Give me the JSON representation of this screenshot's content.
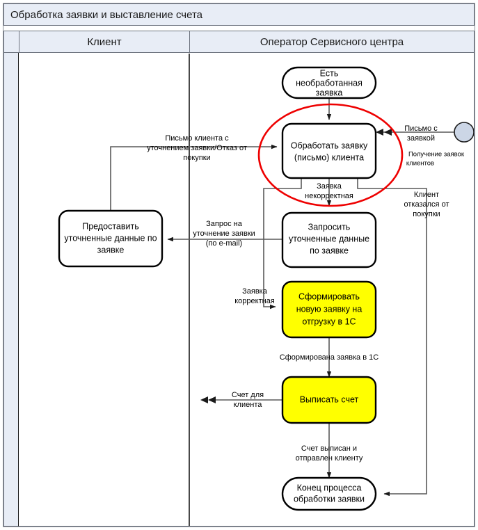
{
  "diagram": {
    "title": "Обработка заявки и выставление счета",
    "lanes": [
      {
        "id": "client",
        "label": "Клиент"
      },
      {
        "id": "operator",
        "label": "Оператор Сервисного центра"
      }
    ],
    "colors": {
      "header_bg": "#e8edf6",
      "frame_border": "#6f7580",
      "node_stroke": "#000000",
      "node_fill": "#ffffff",
      "highlight_fill": "#ffff00",
      "highlight_ellipse": "#ee0000",
      "connector": "#595959",
      "start_event_fill": "#ccd6e6"
    },
    "nodes": [
      {
        "id": "start-event",
        "type": "terminator",
        "lane": "operator",
        "lines": [
          "Есть",
          "необработанная",
          "заявка"
        ]
      },
      {
        "id": "process-request",
        "type": "process",
        "lane": "operator",
        "highlighted": true,
        "lines": [
          "Обработать заявку",
          "(письмо) клиента"
        ]
      },
      {
        "id": "provide-clarified-data",
        "type": "process",
        "lane": "client",
        "lines": [
          "Предоставить",
          "уточненные данные по",
          "заявке"
        ]
      },
      {
        "id": "request-clarified-data",
        "type": "process",
        "lane": "operator",
        "lines": [
          "Запросить",
          "уточненные данные",
          "по заявке"
        ]
      },
      {
        "id": "create-shipment-order-1c",
        "type": "process-yellow",
        "lane": "operator",
        "lines": [
          "Сформировать",
          "новую заявку на",
          "отгрузку в 1С"
        ]
      },
      {
        "id": "issue-invoice",
        "type": "process-yellow",
        "lane": "operator",
        "lines": [
          "Выписать счет"
        ]
      },
      {
        "id": "end-event",
        "type": "terminator",
        "lane": "operator",
        "lines": [
          "Конец процесса",
          "обработки заявки"
        ]
      },
      {
        "id": "incoming-request-event",
        "type": "circle-event",
        "lane": "operator",
        "lines": []
      }
    ],
    "edge_labels": [
      {
        "id": "letter-with-request",
        "lines": [
          "Письмо с",
          "заявкой"
        ]
      },
      {
        "id": "receiving-client-requests",
        "lines": [
          "Получение заявок",
          "клиентов"
        ],
        "small": true
      },
      {
        "id": "client-letter-clarification",
        "lines": [
          "Письмо клиента с",
          "уточнением заявки/Отказ от",
          "покупки"
        ]
      },
      {
        "id": "request-incorrect",
        "lines": [
          "Заявка",
          "некорректная"
        ]
      },
      {
        "id": "client-refused",
        "lines": [
          "Клиент",
          "отказался от",
          "покупки"
        ]
      },
      {
        "id": "clarification-request-email",
        "lines": [
          "Запрос на",
          "уточнение заявки",
          "(по e-mail)"
        ]
      },
      {
        "id": "request-correct",
        "lines": [
          "Заявка",
          "корректная"
        ]
      },
      {
        "id": "order-created-1c",
        "lines": [
          "Сформирована заявка в 1С"
        ]
      },
      {
        "id": "invoice-for-client",
        "lines": [
          "Счет для",
          "клиента"
        ]
      },
      {
        "id": "invoice-issued-sent",
        "lines": [
          "Счет выписан и",
          "отправлен клиенту"
        ]
      }
    ]
  }
}
